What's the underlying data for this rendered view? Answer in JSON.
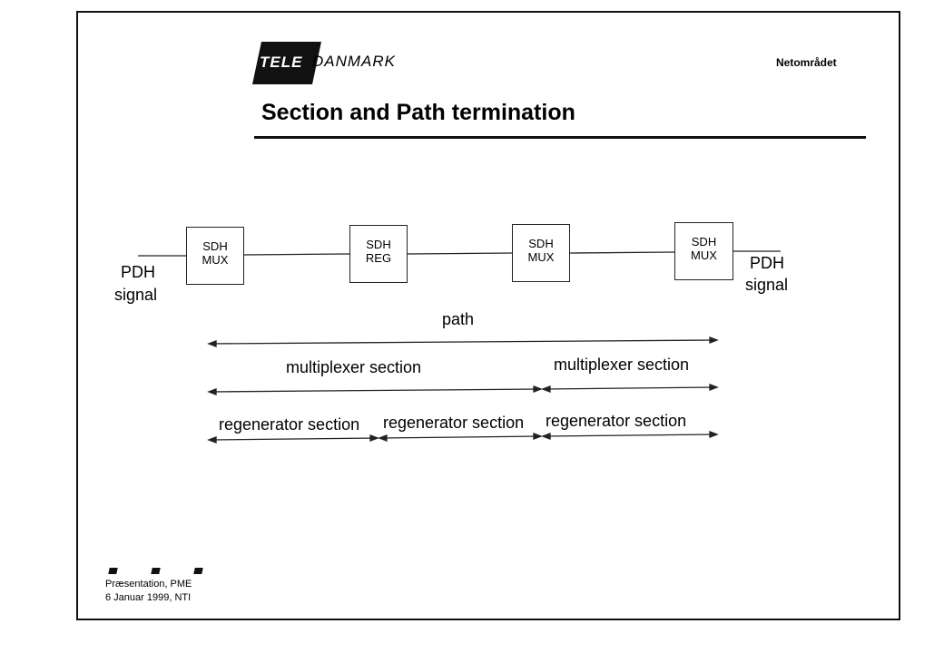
{
  "header": {
    "logo_left": "TELE",
    "logo_right": "DANMARK",
    "org": "Netområdet",
    "title": "Section and Path termination"
  },
  "diagram": {
    "input_signal": [
      "PDH",
      "signal"
    ],
    "output_signal": [
      "PDH",
      "signal"
    ],
    "nodes": [
      {
        "line1": "SDH",
        "line2": "MUX"
      },
      {
        "line1": "SDH",
        "line2": "REG"
      },
      {
        "line1": "SDH",
        "line2": "MUX"
      },
      {
        "line1": "SDH",
        "line2": "MUX"
      }
    ],
    "path_label": "path",
    "multiplexer_sections": [
      "multiplexer section",
      "multiplexer section"
    ],
    "regenerator_sections": [
      "regenerator section",
      "regenerator section",
      "regenerator section"
    ]
  },
  "footer": {
    "line1": "Præsentation, PME",
    "line2": "6 Januar 1999, NTI"
  }
}
